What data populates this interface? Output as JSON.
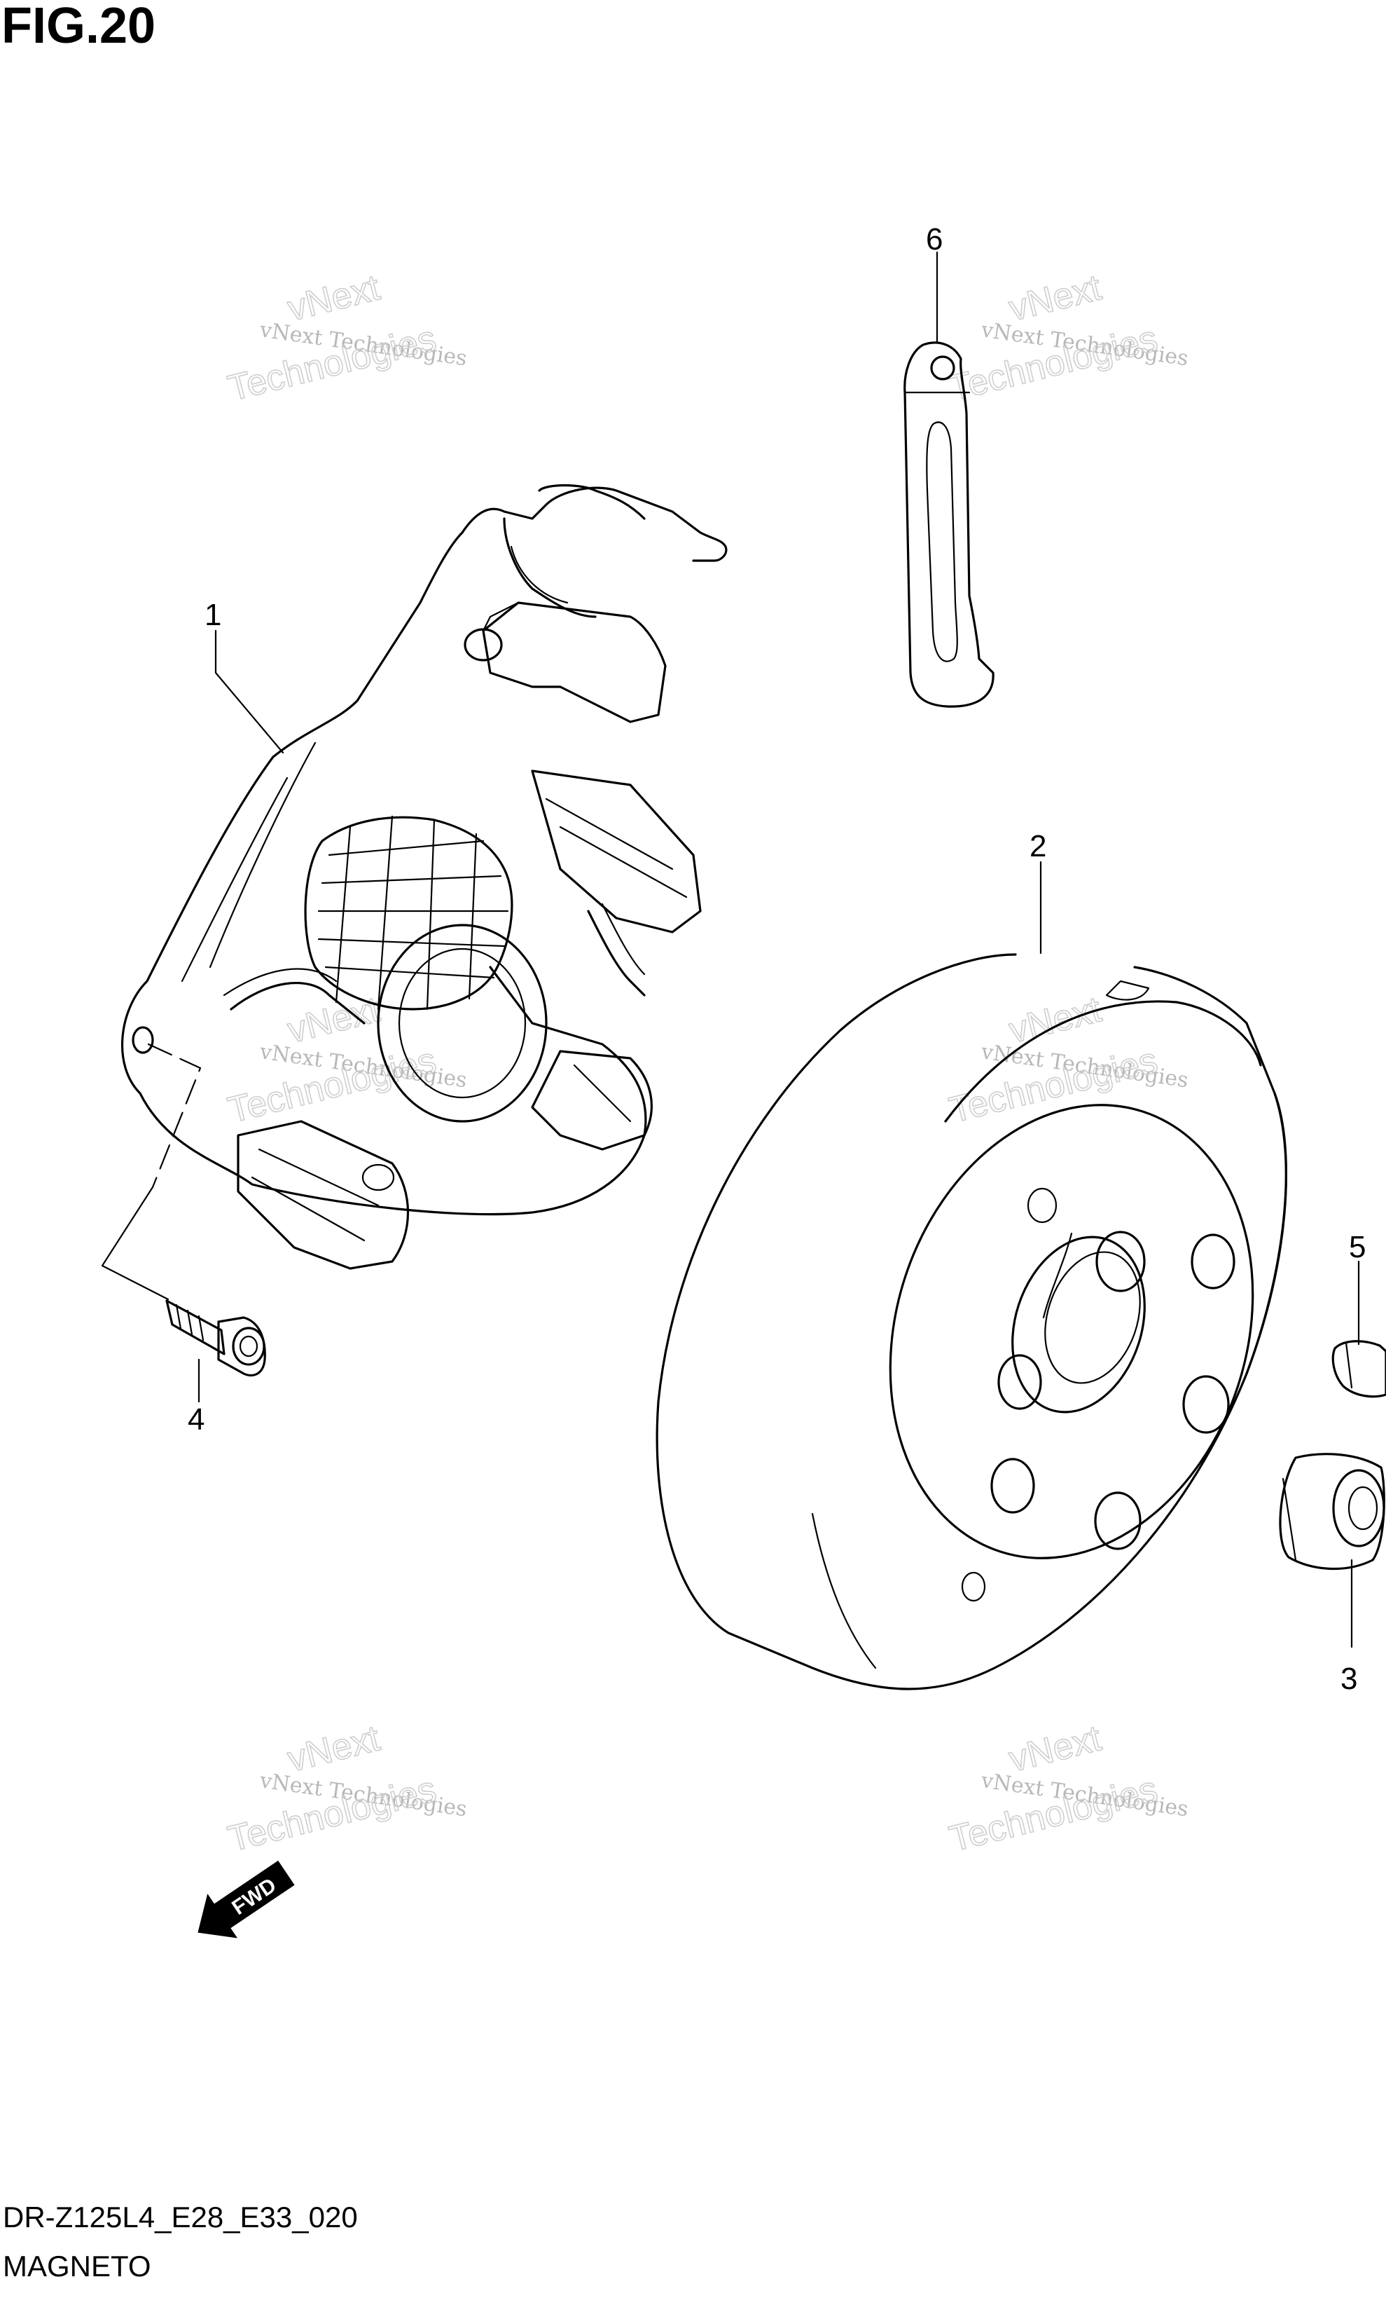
{
  "figure": {
    "title": "FIG.20",
    "code": "DR-Z125L4_E28_E33_020",
    "name": "MAGNETO"
  },
  "callouts": [
    {
      "id": "part-1",
      "label": "1"
    },
    {
      "id": "part-2",
      "label": "2"
    },
    {
      "id": "part-3",
      "label": "3"
    },
    {
      "id": "part-4",
      "label": "4"
    },
    {
      "id": "part-5",
      "label": "5"
    },
    {
      "id": "part-6",
      "label": "6"
    }
  ],
  "direction_badge": "FWD",
  "watermark": {
    "line1": "vNext Technologies",
    "line2": "vNext",
    "line3": "Technologies"
  }
}
